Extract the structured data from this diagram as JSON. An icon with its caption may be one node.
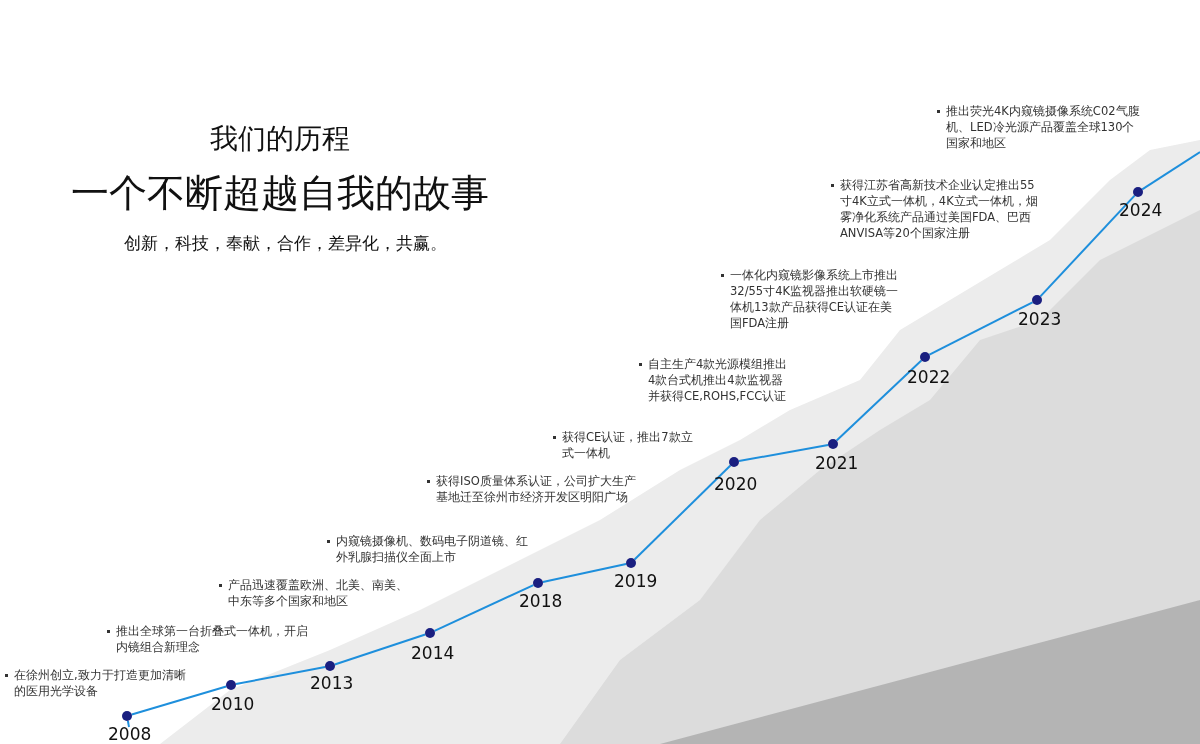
{
  "diagram": {
    "title": "我们的历程",
    "nodes": [
      {
        "text": [],
        "shape": "circle",
        "beside": [
          "2008"
        ]
      },
      {
        "text": [],
        "shape": "circle",
        "beside": [
          "2010"
        ]
      },
      {
        "text": [],
        "shape": "circle",
        "beside": [
          "2013"
        ]
      },
      {
        "text": [],
        "shape": "circle",
        "beside": [
          "2014"
        ]
      },
      {
        "text": [],
        "shape": "circle",
        "beside": [
          "2018"
        ]
      },
      {
        "text": [],
        "shape": "circle",
        "beside": [
          "2019"
        ]
      },
      {
        "text": [],
        "shape": "circle",
        "beside": [
          "2020"
        ]
      },
      {
        "text": [],
        "shape": "circle",
        "beside": [
          "2021"
        ]
      },
      {
        "text": [],
        "shape": "circle",
        "beside": [
          "2022"
        ]
      },
      {
        "text": [],
        "shape": "circle",
        "beside": [
          "2023"
        ]
      },
      {
        "text": [],
        "shape": "circle",
        "beside": [
          "2024"
        ]
      }
    ],
    "edges": [
      {
        "from": null,
        "to": 0,
        "arrow": "none"
      },
      {
        "from": 0,
        "to": 1,
        "arrow": "none"
      },
      {
        "from": 1,
        "to": 2,
        "arrow": "none"
      },
      {
        "from": 2,
        "to": 3,
        "arrow": "none"
      },
      {
        "from": 3,
        "to": 4,
        "arrow": "none"
      },
      {
        "from": 4,
        "to": 5,
        "arrow": "none"
      },
      {
        "from": 5,
        "to": 6,
        "arrow": "none"
      },
      {
        "from": 6,
        "to": 7,
        "arrow": "none"
      },
      {
        "from": 7,
        "to": 8,
        "arrow": "none"
      },
      {
        "from": 8,
        "to": 9,
        "arrow": "none"
      },
      {
        "from": 9,
        "to": 10,
        "arrow": "none"
      },
      {
        "from": 10,
        "to": null,
        "arrow": "none"
      }
    ],
    "labels": [
      "一个不断超越自我的故事",
      "创新，科技，奉献，合作，差异化，共赢。",
      "推出荧光4K内窥镜摄像系统C02气腹机、LED冷光源产品覆盖全球130个国家和地区",
      "获得江苏省高新技术企业认定推出55寸4K立式一体机，4K立式一体机，烟雾净化系统产品通过美国FDA、巴西ANVISA等20个国家注册",
      "一体化内窥镜影像系统上市推出32/55寸4K监视器推出软硬镜一体机13款产品获得CE认证在美国FDA注册",
      "自主生产4款光源模组推出4款台式机推出4款监视器并获得CE,ROHS,FCC认证",
      "获得CE认证，推出7款立式一体机",
      "获得ISO质量体系认证，公司扩大生产基地迁至徐州市经济开发区明阳广场",
      "内窥镜摄像机、数码电子阴道镜、红外乳腺扫描仪全面上市",
      "产品迅速覆盖欧洲、北美、南美、中东等多个国家和地区",
      "推出全球第一台折叠式一体机，开启内镜组合新理念",
      "在徐州创立,致力于打造更加清晰的医用光学设备"
    ]
  }
}
